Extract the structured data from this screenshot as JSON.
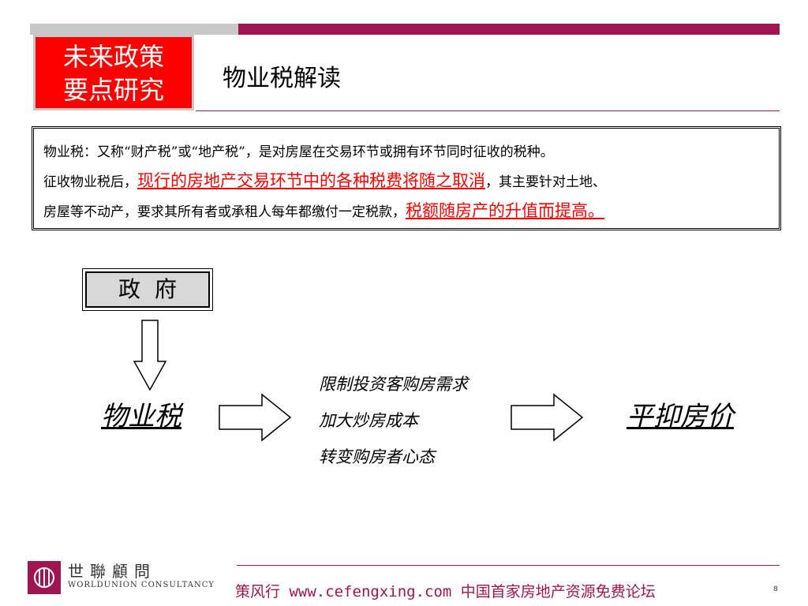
{
  "header": {
    "badge_line1": "未来政策",
    "badge_line2": "要点研究",
    "title": "物业税解读"
  },
  "definition": {
    "line1": "物业税：又称“财产税”或“地产税”，是对房屋在交易环节或拥有环节同时征收的税种。",
    "line2_pre": "征收物业税后，",
    "line2_highlight": "现行的房地产交易环节中的各种税费将随之取消",
    "line2_post": "，其主要针对土地、",
    "line3_pre": "房屋等不动产，要求其所有者或承租人每年都缴付一定税款，",
    "line3_highlight": "税额随房产的升值而提高。"
  },
  "diagram": {
    "government": "政府",
    "tax": "物业税",
    "effects": [
      "限制投资客购房需求",
      "加大炒房成本",
      "转变购房者心态"
    ],
    "result": "平抑房价"
  },
  "footer": {
    "logo_cn": "世聯顧問",
    "logo_en": "WORLDUNION CONSULTANCY",
    "text": "策风行 www.cefengxing.com  中国首家房地产资源免费论坛",
    "page": "8"
  },
  "colors": {
    "accent": "#a0154f",
    "badge": "#ff0000",
    "highlight": "#ff0000"
  }
}
